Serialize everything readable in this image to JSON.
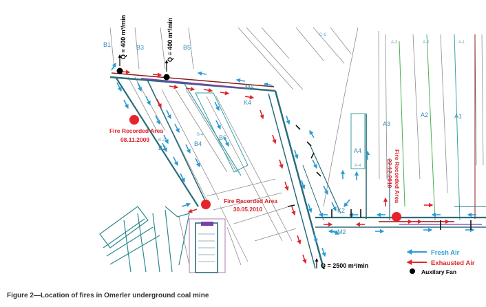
{
  "caption": "Figure 2—Location of fires in Omerler underground coal mine",
  "colors": {
    "fresh": "#2b9bd6",
    "exhaust": "#e0262b",
    "fire": "#e8222a",
    "fan": "#000000",
    "tunnel": "#2a6d7a",
    "label": "#3a8fb5",
    "fireText": "#d9232a"
  },
  "flow_labels": {
    "q1": "Q = 400 m³/min",
    "q2": "Q = 400 m³/min",
    "q3": "Q = 2500 m³/min"
  },
  "fires": [
    {
      "name": "Fire Recorded Area",
      "date": "08.11.2009"
    },
    {
      "name": "Fire Recorded Area",
      "date": "30.05.2010"
    },
    {
      "name": "Fire Recorded Area",
      "date": "22.12.2010"
    }
  ],
  "panels": {
    "b1": "B1",
    "b3": "B3",
    "b5": "B5",
    "b2": "B2",
    "b4": "B4",
    "b6": "B6",
    "m4": "M4",
    "k4": "K4",
    "k2": "K2",
    "m2": "M2",
    "a4": "A4",
    "a3": "A3",
    "a2": "A2",
    "a1": "A1",
    "a4s": "A-4",
    "a3s": "A-3",
    "a2s": "A-2",
    "a1s": "A-1",
    "c6s": "C-6",
    "b2s": "B-2",
    "b4s": "B-4"
  },
  "legend": {
    "fresh": "Fresh Air",
    "exhaust": "Exhausted Air",
    "fan": "Auxilary Fan"
  }
}
